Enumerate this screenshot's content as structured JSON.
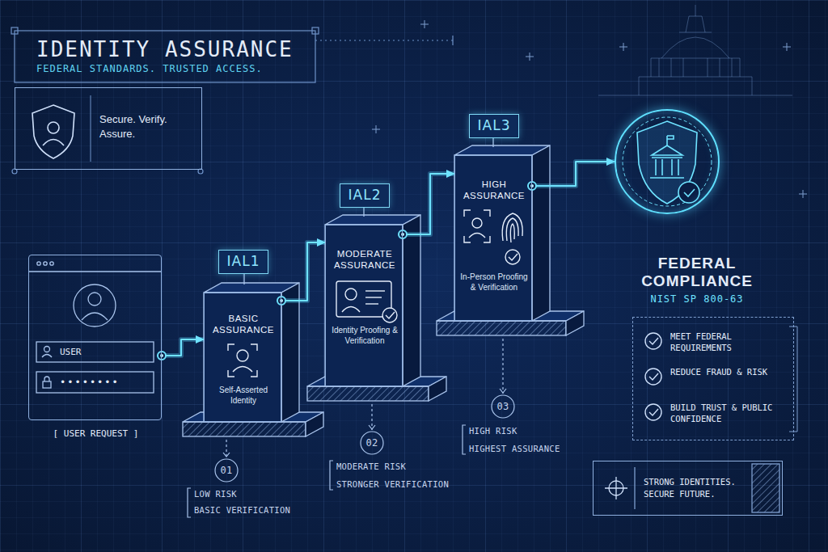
{
  "diagram": {
    "title": "IDENTITY ASSURANCE",
    "nodes": [
      {
        "text": [
          "Secure. Verify. Assure."
        ]
      },
      {
        "text": [
          "USER",
          "••••••••",
          "[ USER REQUEST ]"
        ]
      },
      {
        "text": [
          "IAL1",
          "BASIC ASSURANCE",
          "Self-Asserted Identity"
        ]
      },
      {
        "text": [
          "IAL2",
          "MODERATE ASSURANCE",
          "Identity Proofing & Verification"
        ]
      },
      {
        "text": [
          "IAL3",
          "HIGH ASSURANCE",
          "In-Person Proofing & Verification"
        ]
      },
      {
        "text": [
          "FEDERAL COMPLIANCE",
          "NIST SP 800-63"
        ]
      },
      {
        "text": [
          "MEET FEDERAL REQUIREMENTS",
          "REDUCE FRAUD & RISK",
          "BUILD TRUST & PUBLIC CONFIDENCE"
        ]
      },
      {
        "text": [
          "STRONG IDENTITIES. SECURE FUTURE."
        ]
      }
    ],
    "edges": [
      {
        "from": 1,
        "to": 2,
        "arrow": "to"
      },
      {
        "from": 2,
        "to": 3,
        "arrow": "to"
      },
      {
        "from": 3,
        "to": 4,
        "arrow": "to"
      },
      {
        "from": 4,
        "to": 5,
        "arrow": "to"
      }
    ],
    "labels": [
      "FEDERAL STANDARDS. TRUSTED ACCESS.",
      "01",
      "LOW RISK",
      "BASIC VERIFICATION",
      "02",
      "MODERATE RISK",
      "STRONGER VERIFICATION",
      "03",
      "HIGH RISK",
      "HIGHEST ASSURANCE"
    ]
  }
}
